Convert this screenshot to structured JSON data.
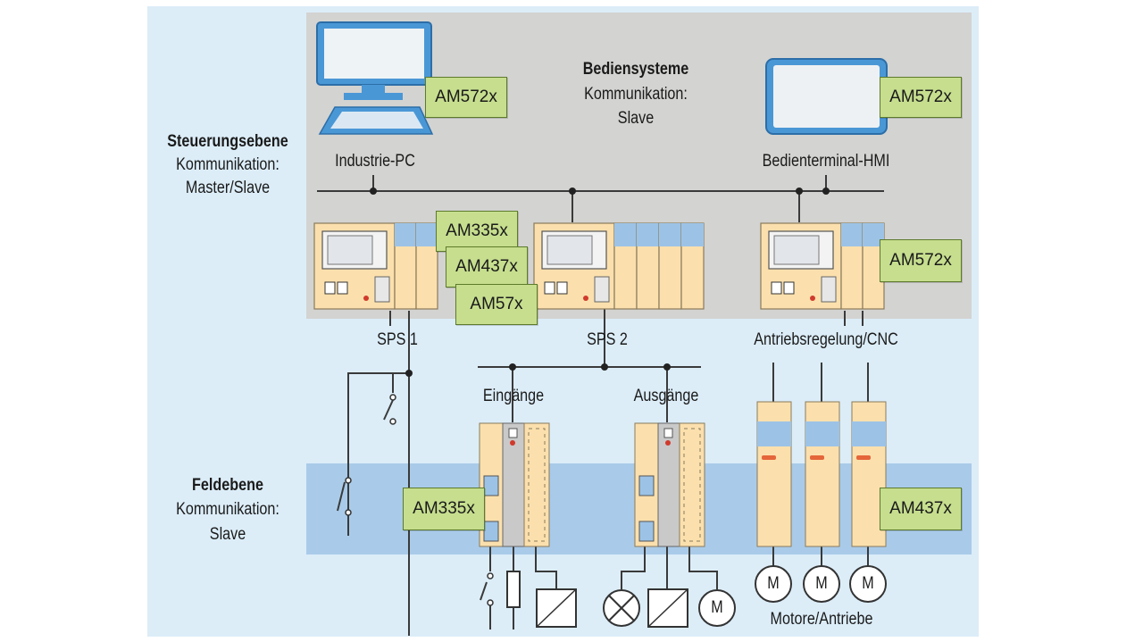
{
  "levels": {
    "control": {
      "title": "Steuerungsebene",
      "line1": "Kommunikation:",
      "line2": "Master/Slave"
    },
    "operating": {
      "title": "Bediensysteme",
      "line1": "Kommunikation:",
      "line2": "Slave"
    },
    "field": {
      "title": "Feldebene",
      "line1": "Kommunikation:",
      "line2": "Slave"
    }
  },
  "devices": {
    "industrial_pc": "Industrie-PC",
    "hmi": "Bedienterminal-HMI",
    "sps1": "SPS 1",
    "sps2": "SPS 2",
    "drive_control": "Antriebsregelung/CNC",
    "inputs": "Eingänge",
    "outputs": "Ausgänge",
    "motors": "Motore/Antriebe",
    "motor_symbol": "M"
  },
  "chips": {
    "pc": "AM572x",
    "hmi": "AM572x",
    "sps1_a": "AM335x",
    "sps1_b": "AM437x",
    "sps1_c": "AM57x",
    "cnc": "AM572x",
    "io": "AM335x",
    "drives": "AM437x"
  },
  "colors": {
    "outer_bg": "#dcedf8",
    "top_panel": "#d3d3d1",
    "field_band": "#a9cbe9",
    "module": "#fbe0ad",
    "module_blue": "#9cc3e6",
    "chip": "#c6de8e",
    "line": "#3a3a3a"
  }
}
